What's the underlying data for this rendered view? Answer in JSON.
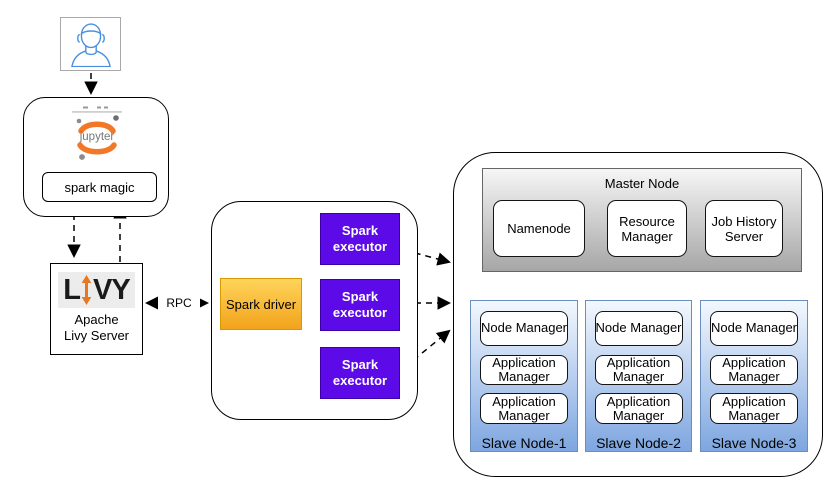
{
  "jupyter": {
    "logo_text": "jupyter",
    "spark_magic_label": "spark magic"
  },
  "livy": {
    "logo_l": "L",
    "logo_vy": "VY",
    "caption_line1": "Apache",
    "caption_line2": "Livy Server"
  },
  "rpc_label": "RPC",
  "spark": {
    "driver_label": "Spark driver",
    "executors": [
      "Spark executor",
      "Spark executor",
      "Spark executor"
    ]
  },
  "cluster": {
    "master": {
      "title": "Master Node",
      "namenode_label": "Namenode",
      "resource_manager_label": "Resource Manager",
      "job_history_label": "Job History Server"
    },
    "slaves": [
      {
        "label": "Slave Node-1",
        "node_manager": "Node Manager",
        "app_manager_1": "Application Manager",
        "app_manager_2": "Application Manager"
      },
      {
        "label": "Slave Node-2",
        "node_manager": "Node Manager",
        "app_manager_1": "Application Manager",
        "app_manager_2": "Application Manager"
      },
      {
        "label": "Slave Node-3",
        "node_manager": "Node Manager",
        "app_manager_1": "Application Manager",
        "app_manager_2": "Application Manager"
      }
    ]
  },
  "colors": {
    "driver_gradient_top": "#ffd45c",
    "driver_gradient_bottom": "#f2a31b",
    "driver_border": "#d79b00",
    "executor_fill": "#5c0be8",
    "slave_gradient_top": "#f3f8fe",
    "slave_gradient_bottom": "#7ea6e0",
    "slave_border": "#6c8ebf",
    "master_gradient_top": "#f6f6f6",
    "master_gradient_bottom": "#a6a6a6",
    "jupyter_orange": "#f37726",
    "livy_orange": "#e87722",
    "user_icon_blue": "#4a90e2"
  }
}
